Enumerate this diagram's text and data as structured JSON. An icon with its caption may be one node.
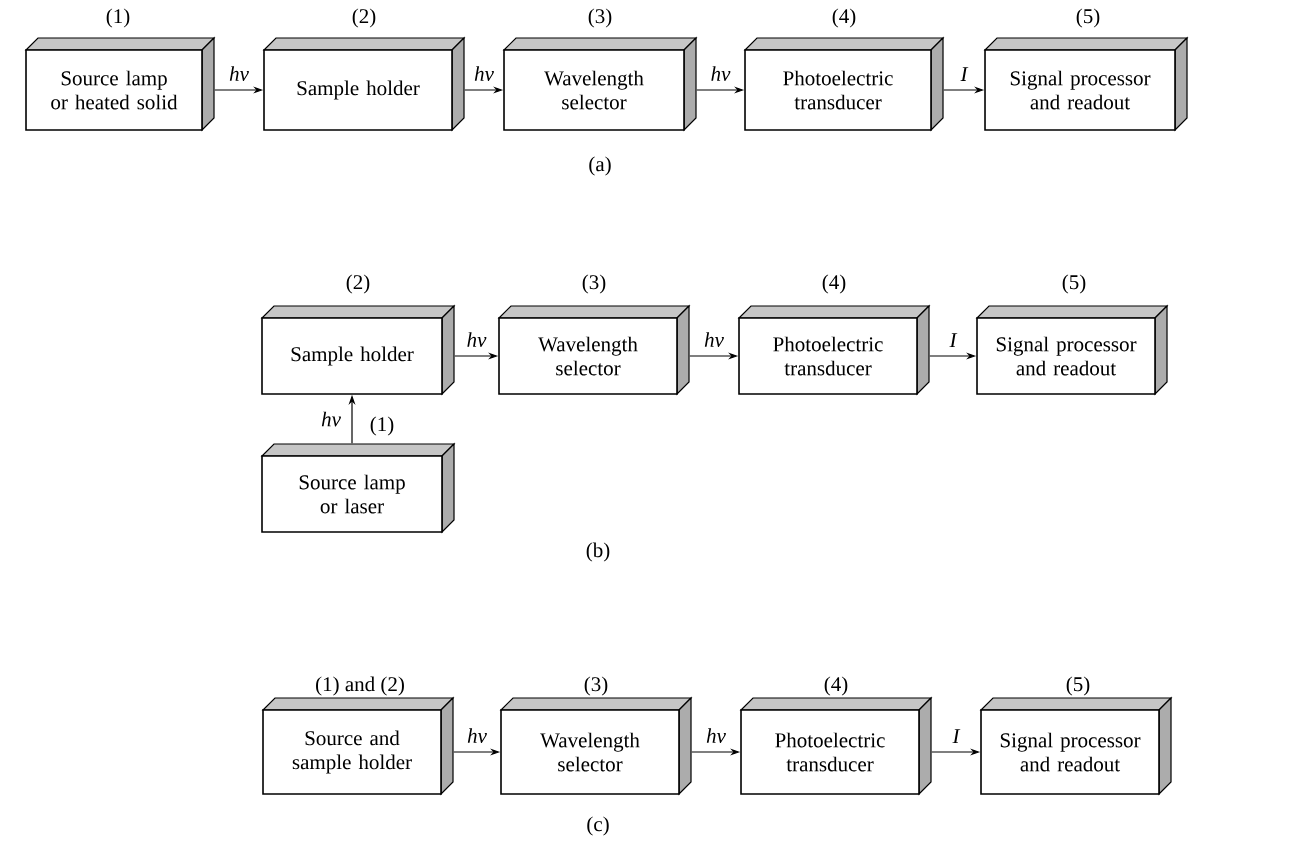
{
  "diagram": {
    "nodes": [
      {
        "text": [
          "Source lamp or heated solid"
        ],
        "beside": [
          "(1)"
        ]
      },
      {
        "text": [
          "Sample holder"
        ],
        "beside": [
          "(2)"
        ]
      },
      {
        "text": [
          "Wavelength selector"
        ],
        "beside": [
          "(3)"
        ]
      },
      {
        "text": [
          "Photoelectric transducer"
        ],
        "beside": [
          "(4)"
        ]
      },
      {
        "text": [
          "Signal processor and readout"
        ],
        "beside": [
          "(5)"
        ]
      },
      {
        "text": [
          "Sample holder"
        ],
        "beside": [
          "(2)"
        ]
      },
      {
        "text": [
          "Wavelength selector"
        ],
        "beside": [
          "(3)"
        ]
      },
      {
        "text": [
          "Photoelectric transducer"
        ],
        "beside": [
          "(4)"
        ]
      },
      {
        "text": [
          "Signal processor and readout"
        ],
        "beside": [
          "(5)"
        ]
      },
      {
        "text": [
          "Source lamp or laser"
        ],
        "beside": [
          "(1)"
        ]
      },
      {
        "text": [
          "Source and sample holder"
        ],
        "beside": [
          "(1) and (2)"
        ]
      },
      {
        "text": [
          "Wavelength selector"
        ],
        "beside": [
          "(3)"
        ]
      },
      {
        "text": [
          "Photoelectric transducer"
        ],
        "beside": [
          "(4)"
        ]
      },
      {
        "text": [
          "Signal processor and readout"
        ],
        "beside": [
          "(5)"
        ]
      }
    ],
    "edges": [
      {
        "from": 0,
        "to": 1,
        "arrow": "to",
        "label": "hν"
      },
      {
        "from": 1,
        "to": 2,
        "arrow": "to",
        "label": "hν"
      },
      {
        "from": 2,
        "to": 3,
        "arrow": "to",
        "label": "hν"
      },
      {
        "from": 3,
        "to": 4,
        "arrow": "to",
        "label": "I"
      },
      {
        "from": 9,
        "to": 5,
        "arrow": "to",
        "label": "hν"
      },
      {
        "from": 5,
        "to": 6,
        "arrow": "to",
        "label": "hν"
      },
      {
        "from": 6,
        "to": 7,
        "arrow": "to",
        "label": "hν"
      },
      {
        "from": 7,
        "to": 8,
        "arrow": "to",
        "label": "I"
      },
      {
        "from": 10,
        "to": 11,
        "arrow": "to",
        "label": "hν"
      },
      {
        "from": 11,
        "to": 12,
        "arrow": "to",
        "label": "hν"
      },
      {
        "from": 12,
        "to": 13,
        "arrow": "to",
        "label": "I"
      }
    ],
    "labels": [
      "(a)",
      "(b)",
      "(c)"
    ]
  }
}
